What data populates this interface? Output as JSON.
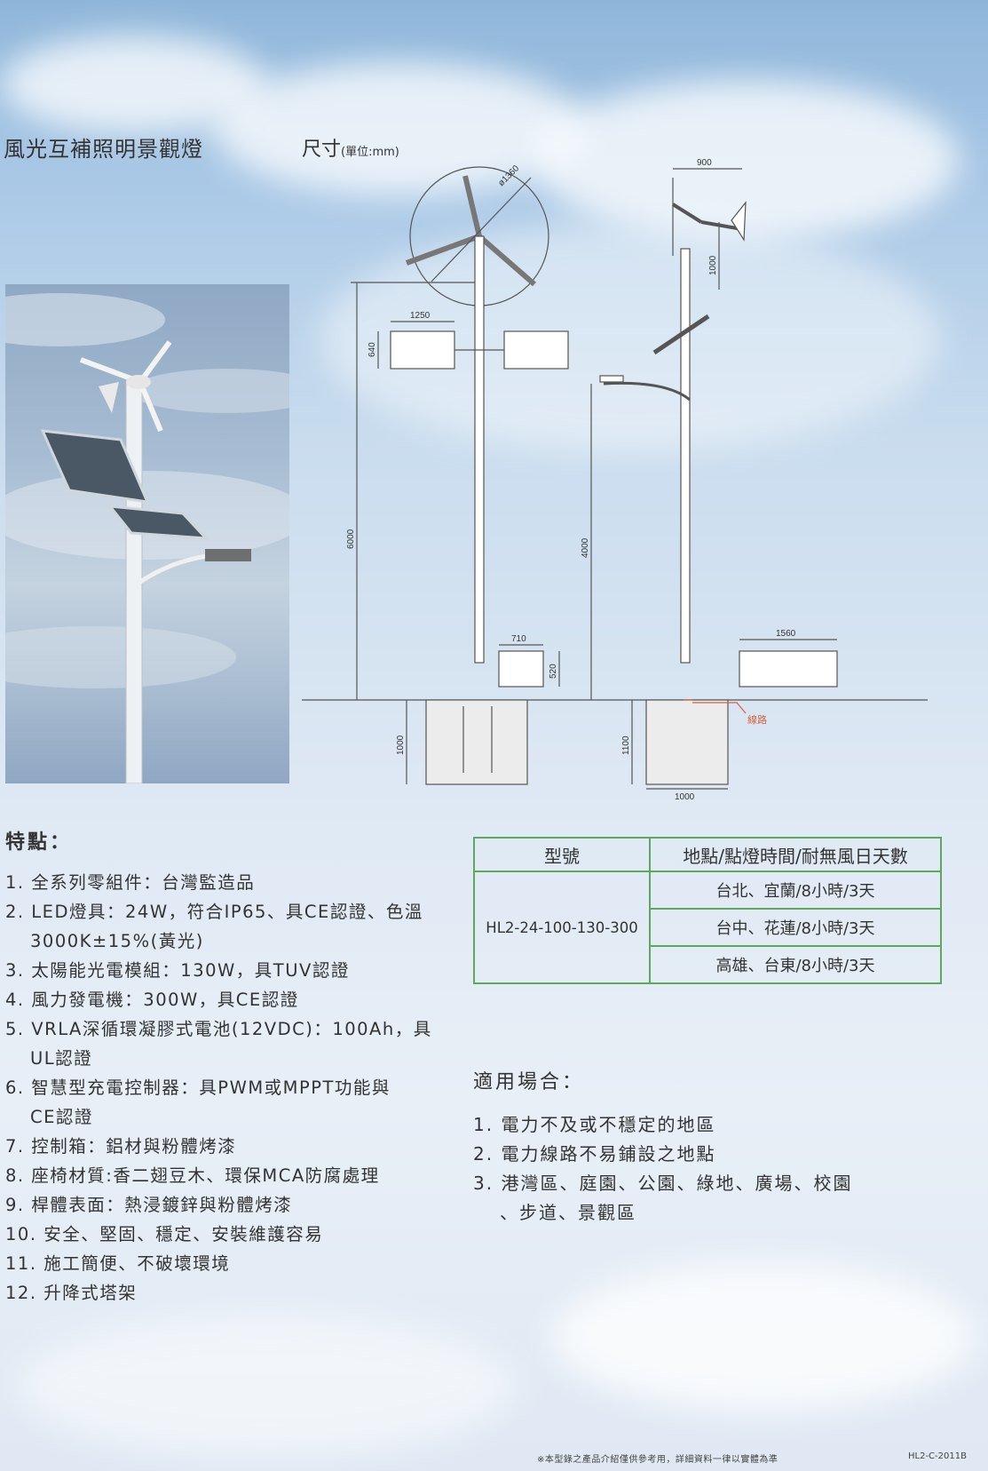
{
  "header": {
    "title": "風光互補照明景觀燈",
    "dimension_label": "尺寸",
    "dimension_unit": "(單位:mm)"
  },
  "drawing": {
    "front": {
      "rotor_diameter": "ø1360",
      "panel_width": "1250",
      "panel_height": "640",
      "pole_height": "6000",
      "bench_width": "710",
      "bench_height": "520",
      "foundation_depth": "1000"
    },
    "side": {
      "turbine_width": "900",
      "turbine_height": "1000",
      "lamp_height": "4000",
      "bench_width": "1560",
      "foundation_depth": "1100",
      "foundation_width": "1000",
      "wiring_label": "線路"
    }
  },
  "features": {
    "title": "特點：",
    "items": [
      {
        "text": "1. 全系列零組件：台灣監造品"
      },
      {
        "text": "2. LED燈具：24W，符合IP65、具CE認證、色溫",
        "cont": "3000K±15%(黃光)"
      },
      {
        "text": "3. 太陽能光電模組：130W，具TUV認證"
      },
      {
        "text": "4. 風力發電機：300W，具CE認證"
      },
      {
        "text": "5. VRLA深循環凝膠式電池(12VDC)：100Ah，具",
        "cont": "UL認證"
      },
      {
        "text": "6. 智慧型充電控制器：具PWM或MPPT功能與",
        "cont": "CE認證"
      },
      {
        "text": "7. 控制箱：鋁材與粉體烤漆"
      },
      {
        "text": "8. 座椅材質:香二翅豆木、環保MCA防腐處理"
      },
      {
        "text": "9. 桿體表面：熱浸鍍鋅與粉體烤漆"
      },
      {
        "text": "10. 安全、堅固、穩定、安裝維護容易"
      },
      {
        "text": "11. 施工簡便、不破壞環境"
      },
      {
        "text": "12. 升降式塔架"
      }
    ]
  },
  "spec_table": {
    "headers": [
      "型號",
      "地點/點燈時間/耐無風日天數"
    ],
    "model": "HL2-24-100-130-300",
    "rows": [
      "台北、宜蘭/8小時/3天",
      "台中、花蓮/8小時/3天",
      "高雄、台東/8小時/3天"
    ]
  },
  "applications": {
    "title": "適用場合：",
    "items": [
      {
        "text": "1. 電力不及或不穩定的地區"
      },
      {
        "text": "2. 電力線路不易鋪設之地點"
      },
      {
        "text": "3. 港灣區、庭園、公園、綠地、廣場、校園",
        "cont": "、步道、景觀區"
      }
    ]
  },
  "footer": {
    "note": "※本型錄之產品介紹僅供參考用，詳細資料一律以實體為準",
    "code": "HL2-C-2011B"
  }
}
